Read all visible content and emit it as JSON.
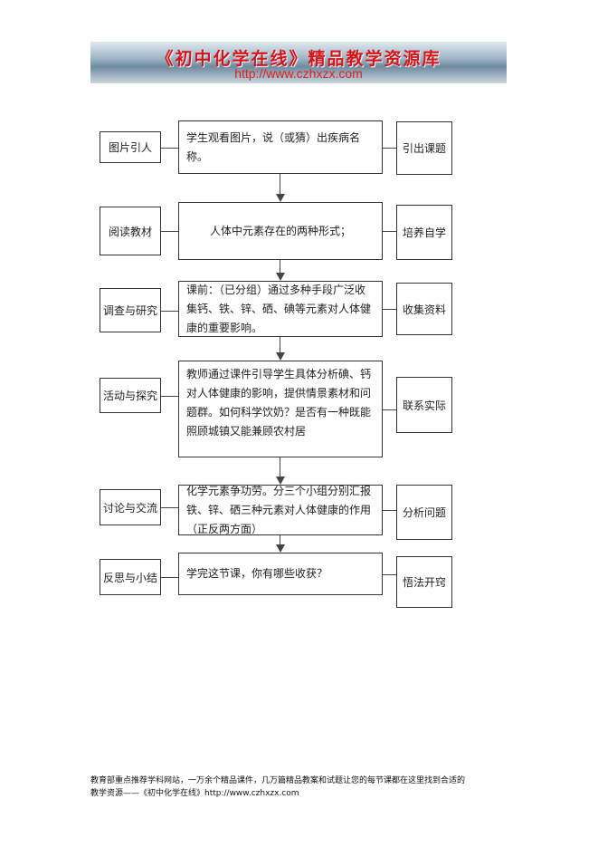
{
  "banner": {
    "title": "《初中化学在线》精品教学资源库",
    "url": "http://www.czhxzx.com"
  },
  "flow": [
    {
      "left": "图片引人",
      "main": "学生观看图片，说（或猜）出疾病名称。",
      "right": "引出课题"
    },
    {
      "left": "阅读教材",
      "main": "人体中元素存在的两种形式；",
      "right": "培养自学"
    },
    {
      "left": "调查与研究",
      "main": "课前：（已分组）通过多种手段广泛收集钙、铁、锌、硒、碘等元素对人体健康的重要影响。",
      "right": "收集资料"
    },
    {
      "left": "活动与探究",
      "main": "教师通过课件引导学生具体分析碘、钙对人体健康的影响，提供情景素材和问题群。如何科学饮奶？是否有一种既能照顾城镇又能兼顾农村居",
      "right": "联系实际"
    },
    {
      "left": "讨论与交流",
      "main": "化学元素争功劳。分三个小组分别汇报铁、锌、硒三种元素对人体健康的作用（正反两方面）",
      "right": "分析问题"
    },
    {
      "left": "反思与小结",
      "main": "学完这节课，你有哪些收获？",
      "right": "悟法开窍"
    }
  ],
  "footer": {
    "line1": "教育部重点推荐学科网站，一万余个精品课件，几万篇精品教案和试题让您的每节课都在这里找到合适的",
    "line2": "教学资源——《初中化学在线》http://www.czhxzx.com"
  }
}
